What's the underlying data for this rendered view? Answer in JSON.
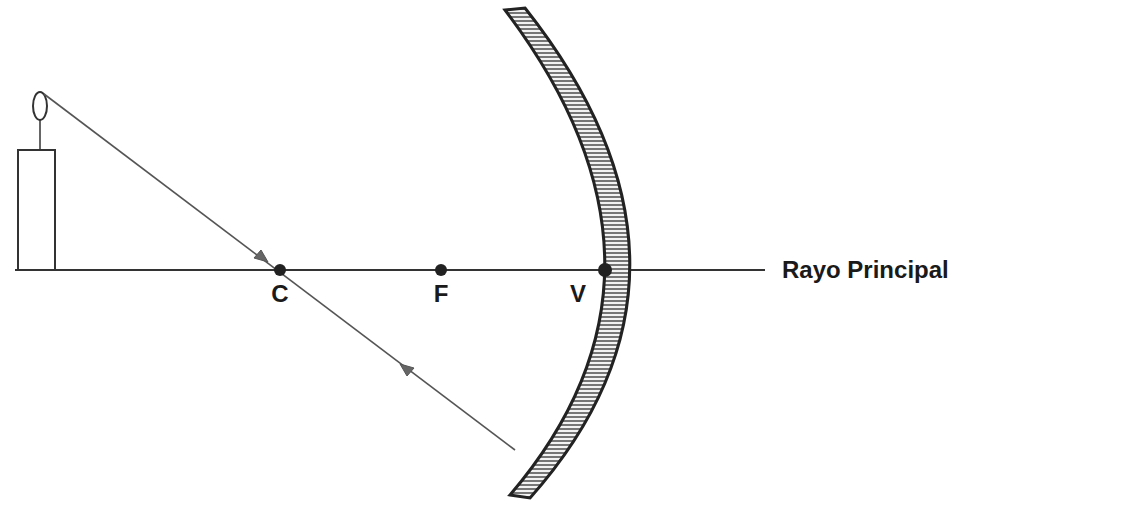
{
  "diagram": {
    "labels": [
      "C",
      "F",
      "V",
      "Rayo Principal"
    ]
  }
}
